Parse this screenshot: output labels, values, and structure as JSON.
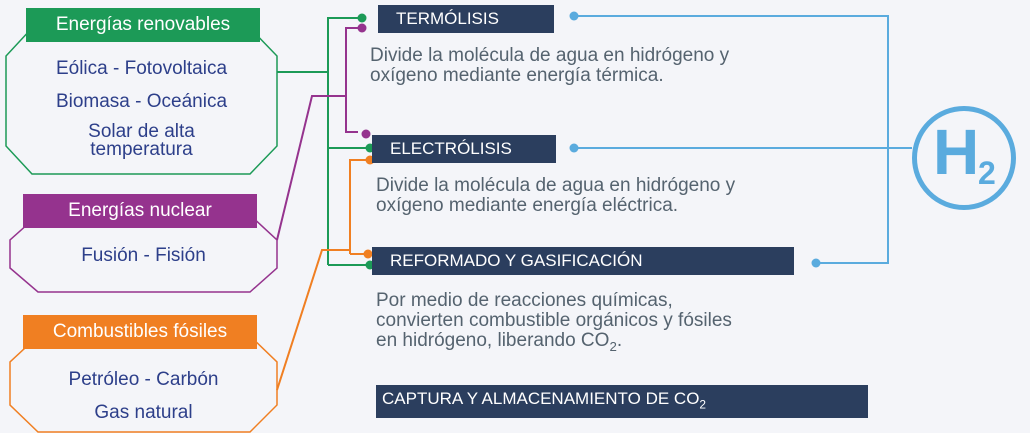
{
  "sources": {
    "renewables": {
      "title": "Energías renovables",
      "items": [
        "Eólica  - Fotovoltaica",
        "Biomasa  -  Oceánica"
      ],
      "item_multiline_1": "Solar de alta",
      "item_multiline_2": "temperatura"
    },
    "nuclear": {
      "title": "Energías nuclear",
      "items": [
        "Fusión  -  Fisión"
      ]
    },
    "fossil": {
      "title": "Combustibles fósiles",
      "items": [
        "Petróleo -  Carbón",
        "Gas natural"
      ]
    }
  },
  "processes": [
    {
      "title": "TERMÓLISIS",
      "desc_1": "Divide la molécula de agua en hidrógeno y",
      "desc_2": "oxígeno mediante energía térmica."
    },
    {
      "title": "ELECTRÓLISIS",
      "desc_1": "Divide la molécula de agua en hidrógeno y",
      "desc_2": "oxígeno mediante energía eléctrica."
    },
    {
      "title": "REFORMADO Y GASIFICACIÓN",
      "desc_1": "Por medio de reacciones químicas,",
      "desc_2": "convierten combustible orgánicos y fósiles",
      "desc_3_prefix": "en hidrógeno, liberando CO",
      "desc_3_sub": "2",
      "desc_3_suffix": "."
    }
  ],
  "capture": {
    "title_prefix": "CAPTURA Y ALMACENAMIENTO DE CO",
    "title_sub": "2"
  },
  "product": {
    "symbol": "H",
    "subscript": "2"
  },
  "colors": {
    "renewables": "#1c9a57",
    "nuclear": "#95338e",
    "fossil": "#f07f22",
    "product": "#5aabde",
    "process_bar": "#2b3e5e"
  }
}
